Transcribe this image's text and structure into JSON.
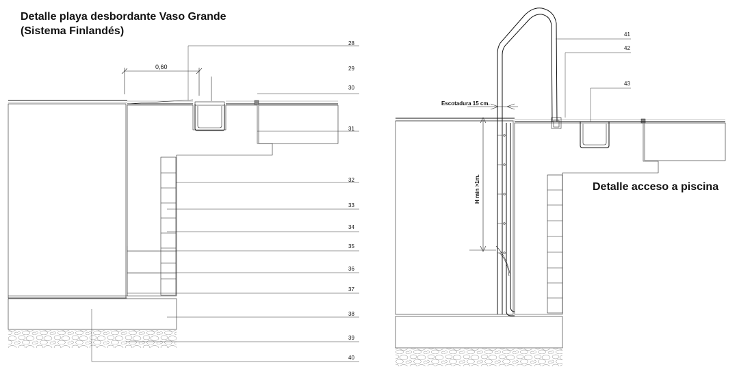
{
  "titles": {
    "left_line1": "Detalle playa desbordante Vaso Grande",
    "left_line2": "(Sistema Finlandés)",
    "right": "Detalle acceso a piscina"
  },
  "dimension": "0,60",
  "notch_label": "Escotadura 15 cm.",
  "height_label": "H min >1m.",
  "callouts_left": [
    "28",
    "29",
    "30",
    "31",
    "32",
    "33",
    "34",
    "35",
    "36",
    "37",
    "38",
    "39",
    "40"
  ],
  "callouts_right": [
    "41",
    "42",
    "43"
  ]
}
